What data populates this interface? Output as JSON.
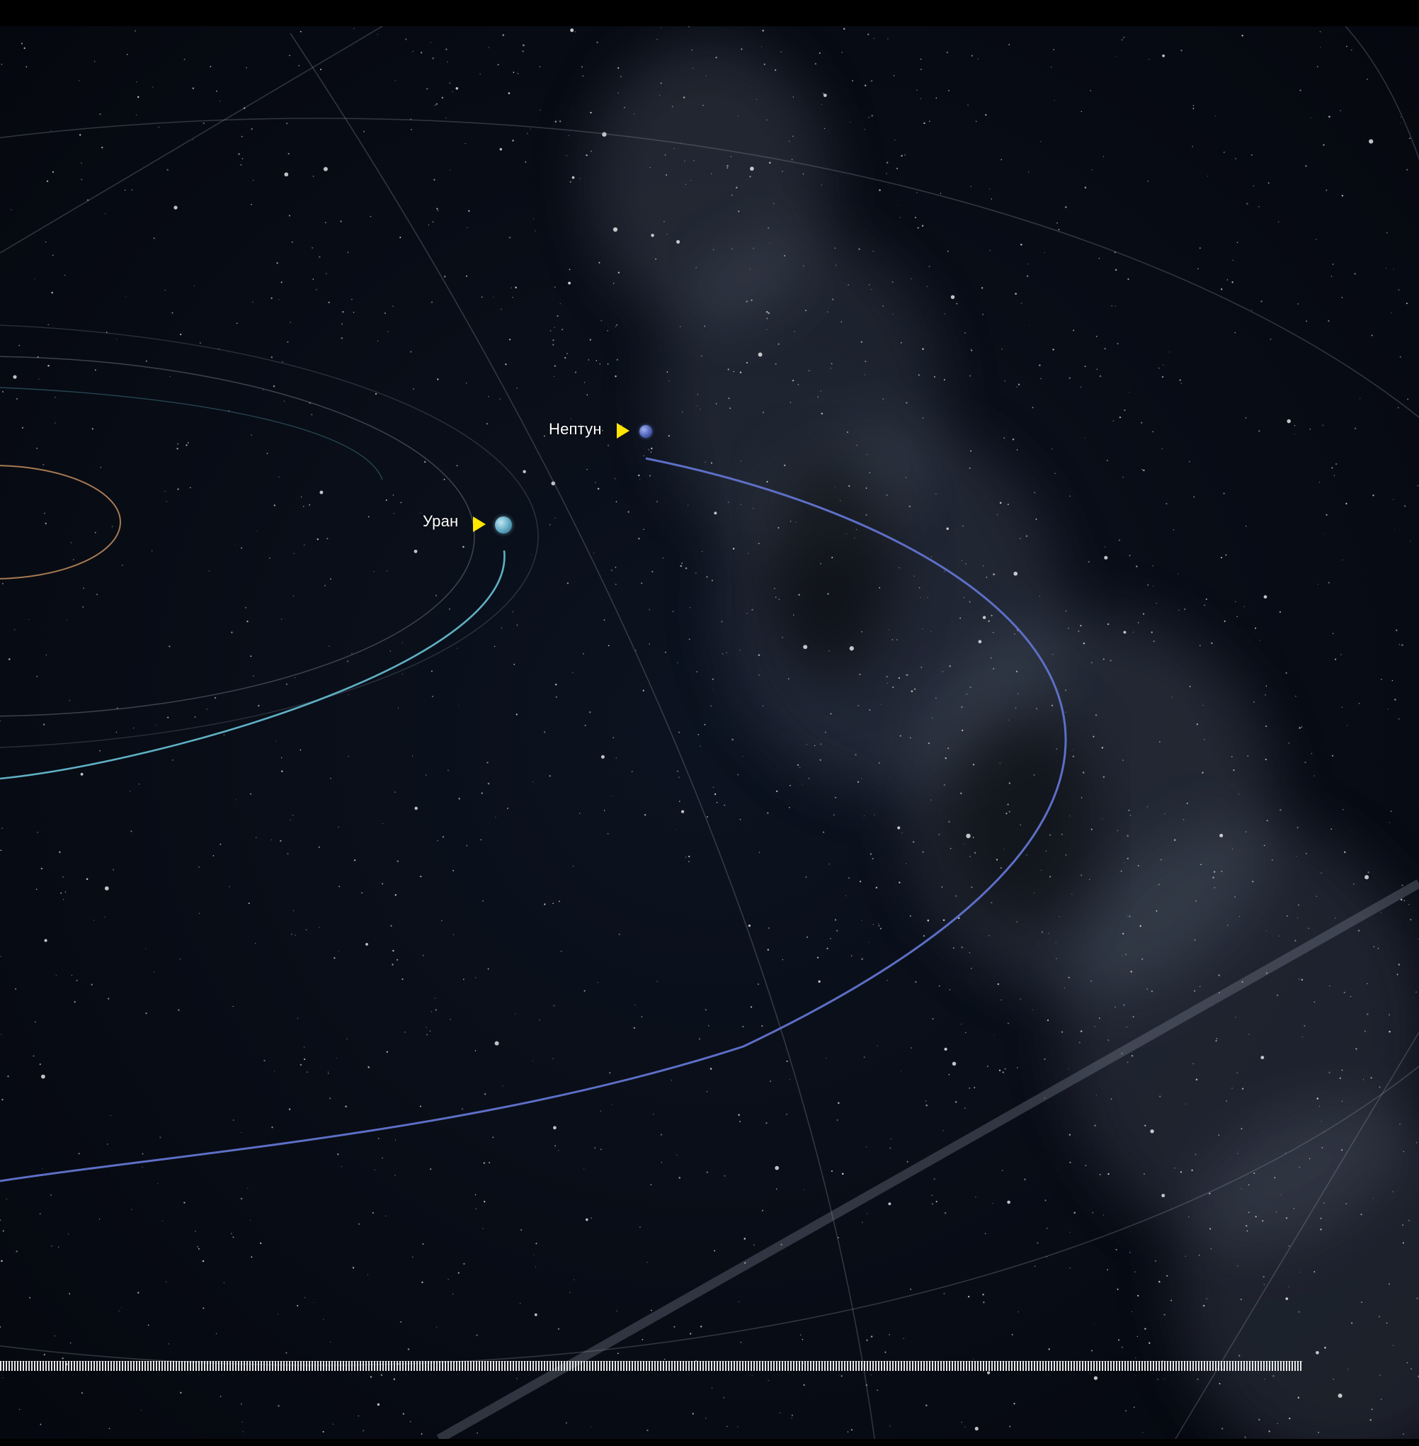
{
  "planets": [
    {
      "id": "uranus",
      "label": "Уран",
      "orbit_color": "#5fb0c4",
      "color": "#6fb3cc"
    },
    {
      "id": "neptune",
      "label": "Нептун",
      "orbit_color": "#5d6fc6",
      "color": "#5a6cc4"
    }
  ],
  "inner_orbit_color": "#a57a52",
  "marker_color": "#ffe600",
  "background_color": "#080c15"
}
